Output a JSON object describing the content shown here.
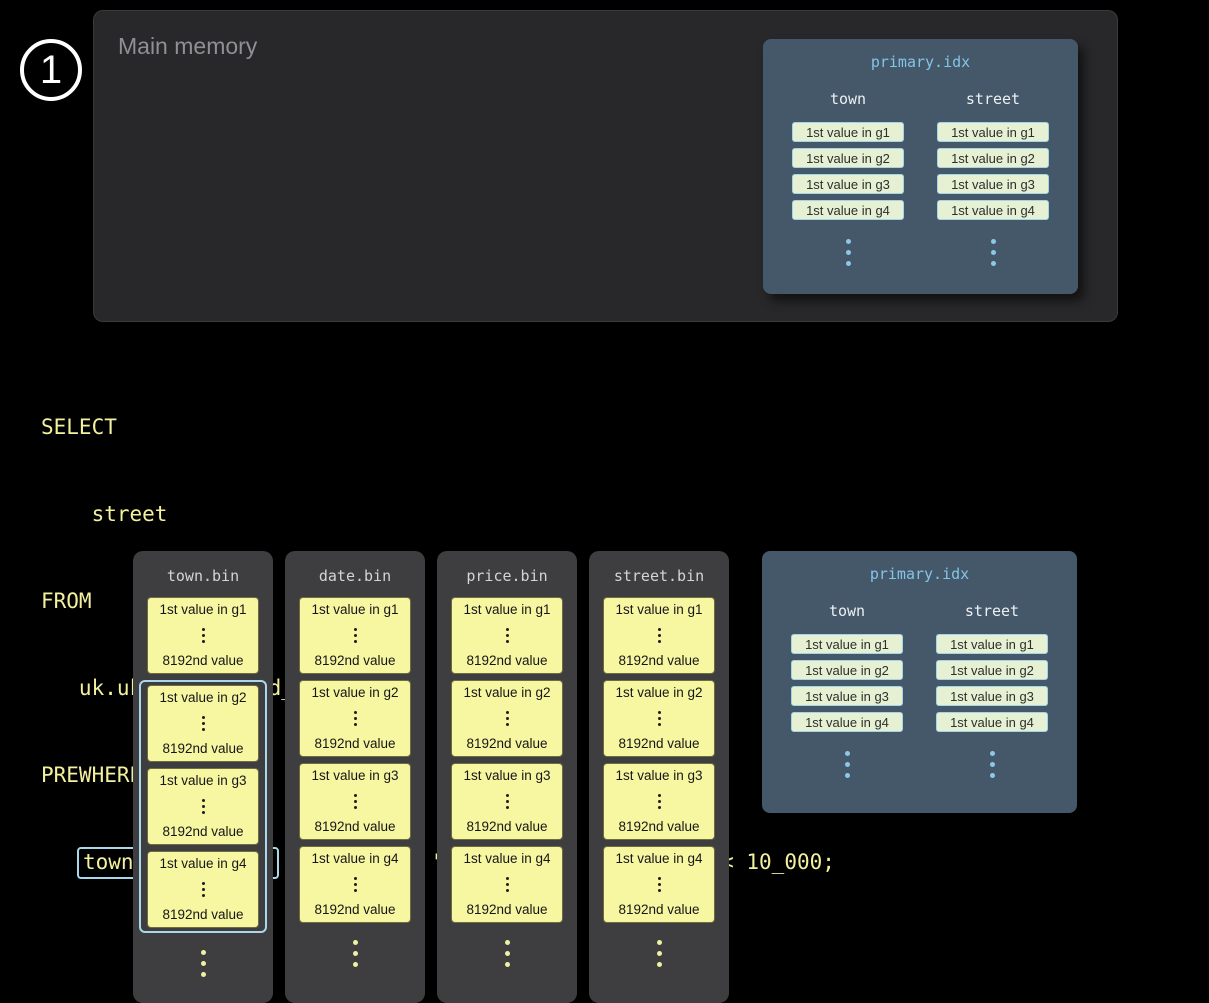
{
  "step_label": "1",
  "colors": {
    "background": "#000000",
    "highlight_blue": "#a9d8ea",
    "index_panel_slate": "#45586a",
    "granule_yellow": "#f7f7a2",
    "sql_text_yellow": "#f3f09e",
    "index_entry_green": "#e6f1d3"
  },
  "main_memory": {
    "title": "Main memory",
    "primary_idx": {
      "title": "primary.idx",
      "columns": [
        {
          "name": "town",
          "entries": [
            "1st value in g1",
            "1st value in g2",
            "1st value in g3",
            "1st value in g4"
          ]
        },
        {
          "name": "street",
          "entries": [
            "1st value in g1",
            "1st value in g2",
            "1st value in g3",
            "1st value in g4"
          ]
        }
      ]
    }
  },
  "sql": {
    "lines": [
      "SELECT",
      "    street",
      "FROM",
      "   uk.uk_price_paid_simple",
      "PREWHERE"
    ],
    "prewhere_line": {
      "indent": "   ",
      "highlight": "town = 'LONDON'",
      "rest": " AND date > '2024-12-31' AND price < 10_000;"
    }
  },
  "disk": {
    "bins": [
      {
        "title": "town.bin",
        "highlighted_granules": [
          2,
          3,
          4
        ],
        "granules": [
          {
            "first": "1st value in g1",
            "last": "8192nd value"
          },
          {
            "first": "1st value in g2",
            "last": "8192nd value"
          },
          {
            "first": "1st value in g3",
            "last": "8192nd value"
          },
          {
            "first": "1st value in g4",
            "last": "8192nd value"
          }
        ]
      },
      {
        "title": "date.bin",
        "highlighted_granules": [],
        "granules": [
          {
            "first": "1st value in g1",
            "last": "8192nd value"
          },
          {
            "first": "1st value in g2",
            "last": "8192nd value"
          },
          {
            "first": "1st value in g3",
            "last": "8192nd value"
          },
          {
            "first": "1st value in g4",
            "last": "8192nd value"
          }
        ]
      },
      {
        "title": "price.bin",
        "highlighted_granules": [],
        "granules": [
          {
            "first": "1st value in g1",
            "last": "8192nd value"
          },
          {
            "first": "1st value in g2",
            "last": "8192nd value"
          },
          {
            "first": "1st value in g3",
            "last": "8192nd value"
          },
          {
            "first": "1st value in g4",
            "last": "8192nd value"
          }
        ]
      },
      {
        "title": "street.bin",
        "highlighted_granules": [],
        "granules": [
          {
            "first": "1st value in g1",
            "last": "8192nd value"
          },
          {
            "first": "1st value in g2",
            "last": "8192nd value"
          },
          {
            "first": "1st value in g3",
            "last": "8192nd value"
          },
          {
            "first": "1st value in g4",
            "last": "8192nd value"
          }
        ]
      }
    ],
    "primary_idx": {
      "title": "primary.idx",
      "columns": [
        {
          "name": "town",
          "entries": [
            "1st value in g1",
            "1st value in g2",
            "1st value in g3",
            "1st value in g4"
          ]
        },
        {
          "name": "street",
          "entries": [
            "1st value in g1",
            "1st value in g2",
            "1st value in g3",
            "1st value in g4"
          ]
        }
      ]
    }
  }
}
